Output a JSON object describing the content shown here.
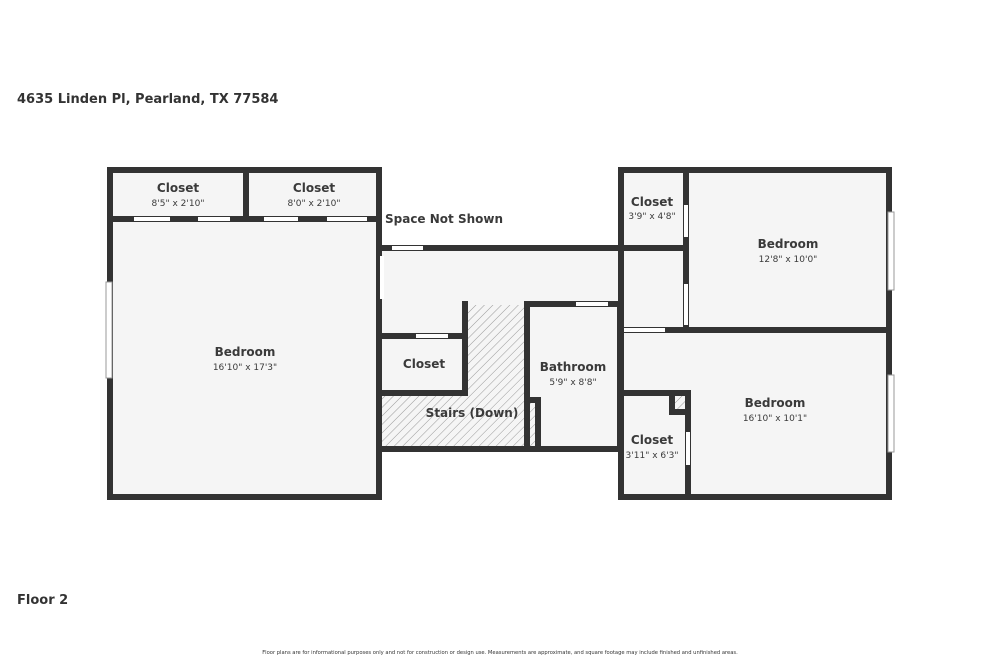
{
  "header": {
    "address": "4635 Linden Pl, Pearland, TX 77584"
  },
  "floor_label": "Floor 2",
  "disclaimer": "Floor plans are for informational purposes only and not for construction or design use. Measurements are approximate, and square footage may include finished and unfinished areas.",
  "colors": {
    "wall": "#333333",
    "room_fill": "#f5f5f5",
    "hatch": "#999999"
  },
  "rooms": [
    {
      "name": "Closet",
      "dims": "8'5\" x 2'10\""
    },
    {
      "name": "Closet",
      "dims": "8'0\" x 2'10\""
    },
    {
      "name": "Bedroom",
      "dims": "16'10\" x 17'3\""
    },
    {
      "name": "Closet",
      "dims": ""
    },
    {
      "name": "Stairs (Down)",
      "dims": ""
    },
    {
      "name": "Bathroom",
      "dims": "5'9\" x 8'8\""
    },
    {
      "name": "Closet",
      "dims": "3'9\" x 4'8\""
    },
    {
      "name": "Bedroom",
      "dims": "12'8\" x 10'0\""
    },
    {
      "name": "Bedroom",
      "dims": "16'10\" x 10'1\""
    },
    {
      "name": "Closet",
      "dims": "3'11\" x 6'3\""
    }
  ],
  "space_not_shown": "Space Not Shown"
}
